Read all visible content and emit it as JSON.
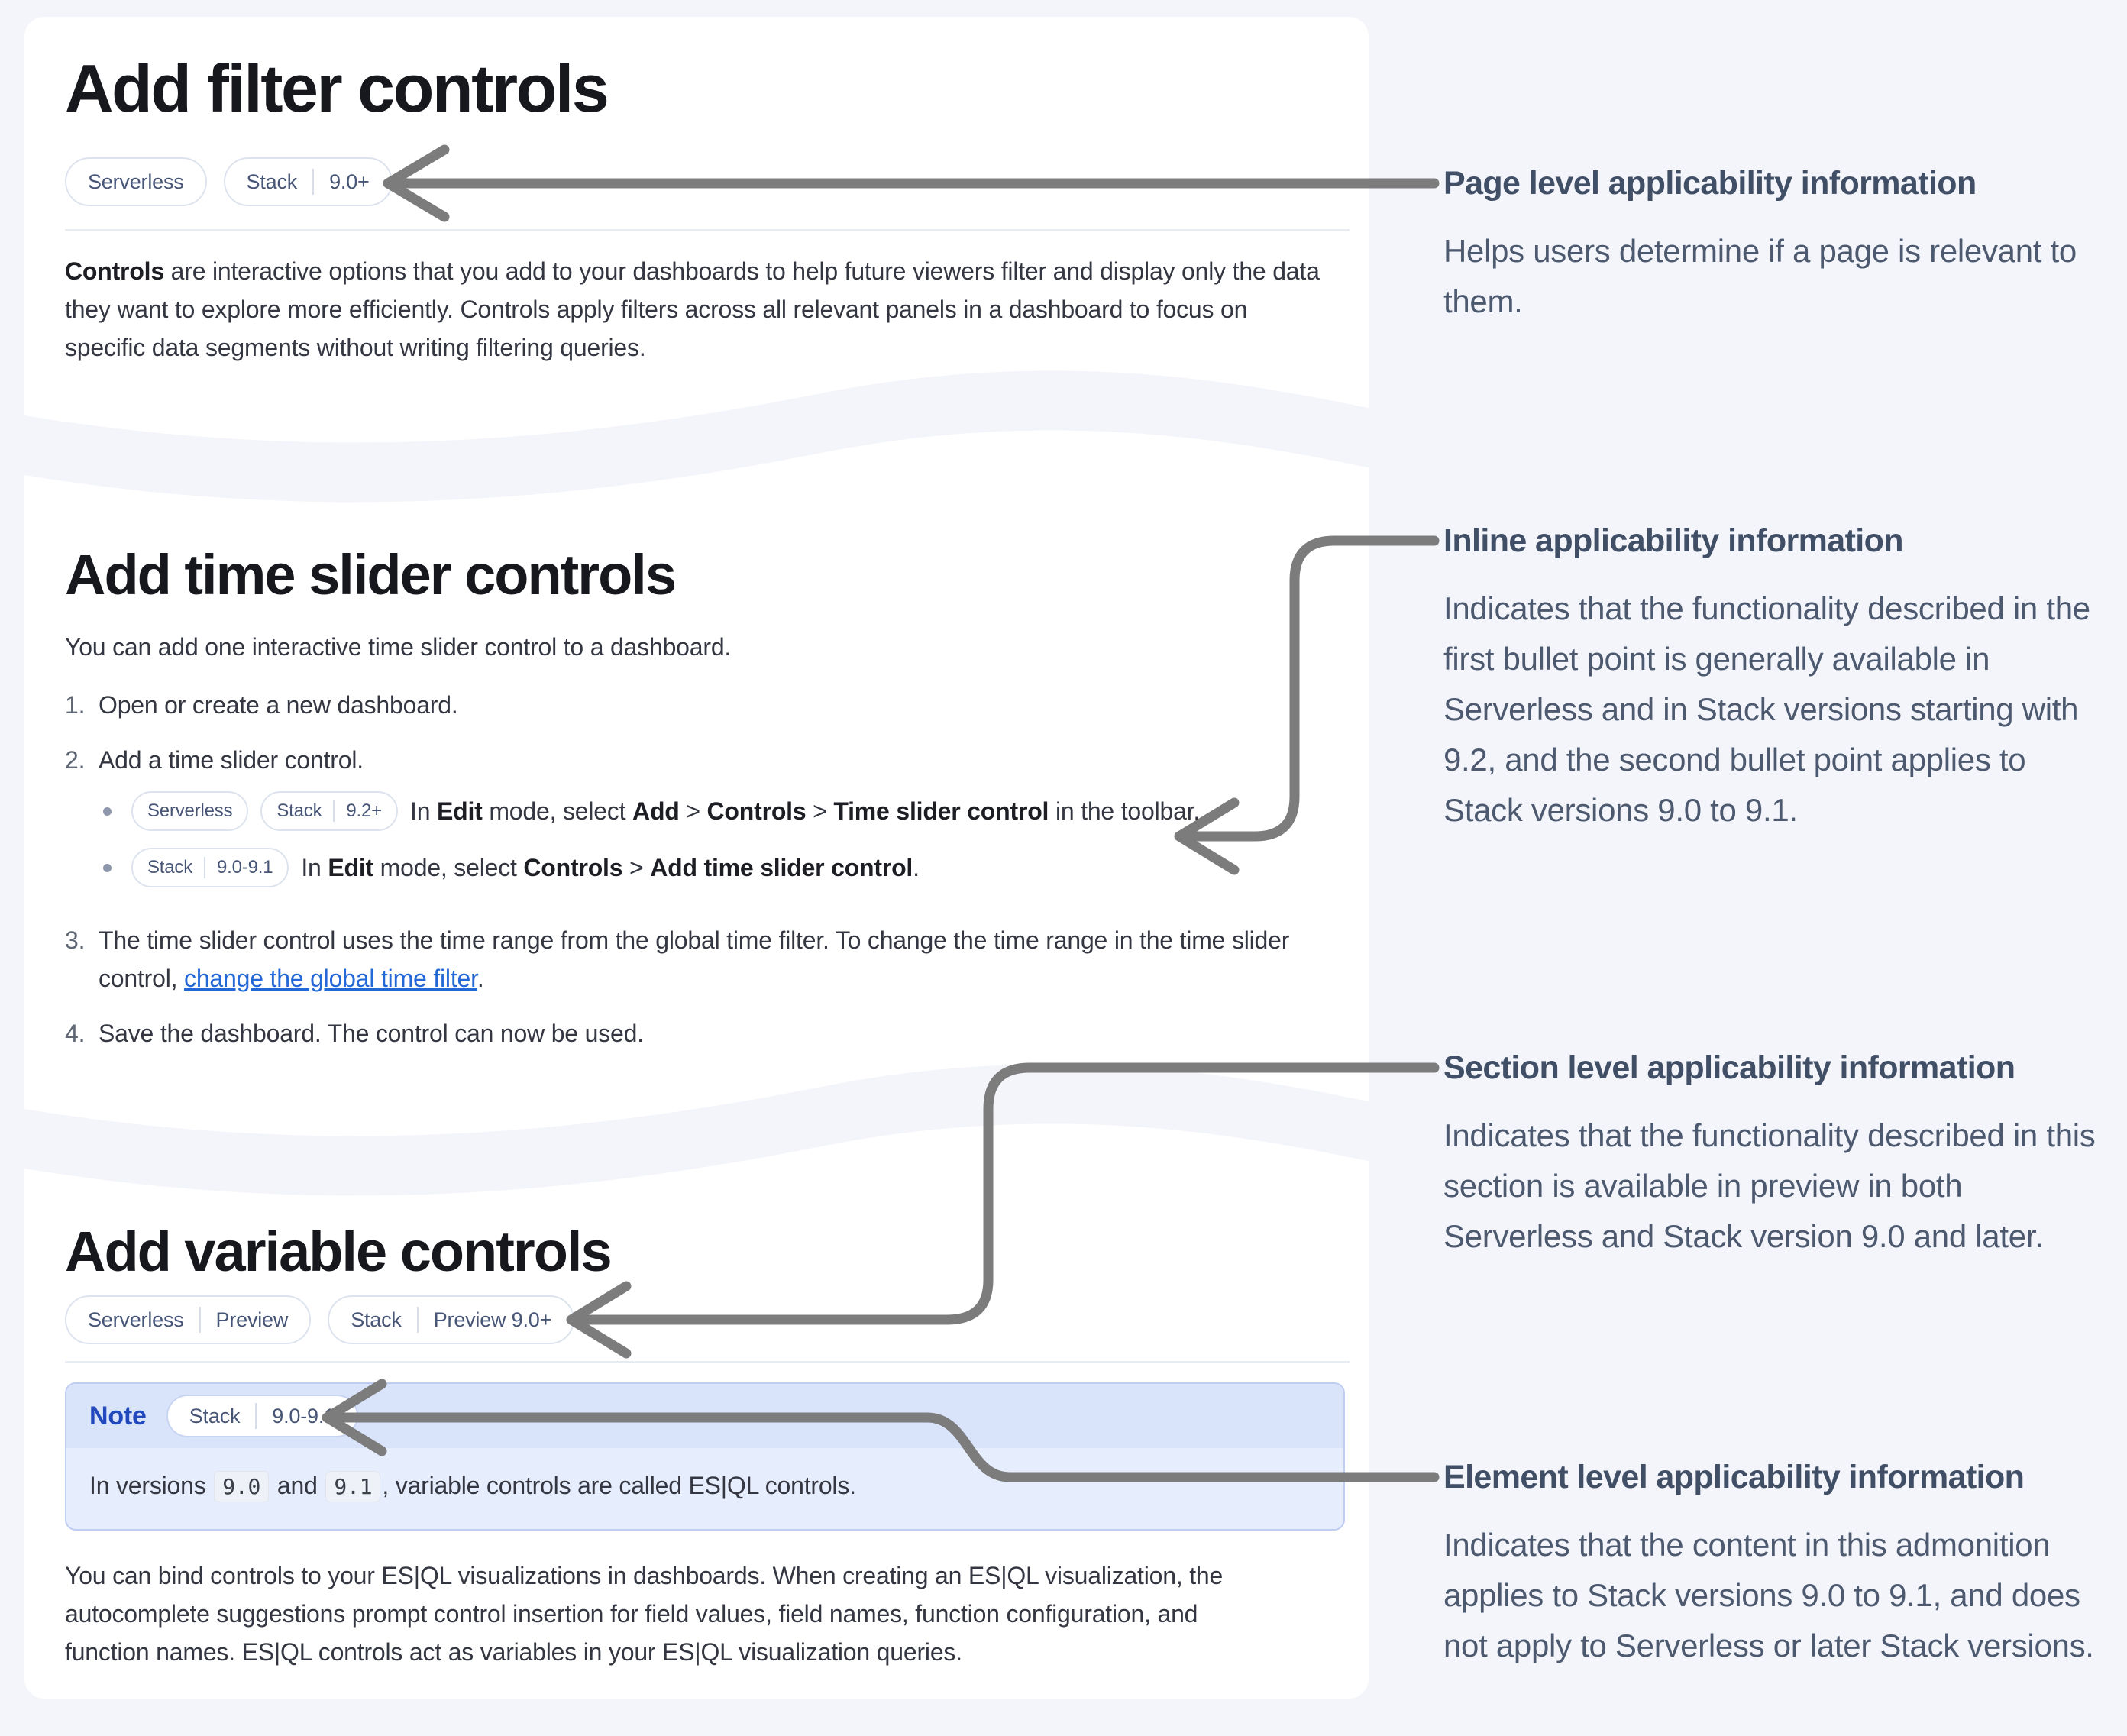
{
  "colors": {
    "page_background": "#f3f5fa",
    "card_background": "#ffffff",
    "link": "#2368d6",
    "note_label": "#2148bd",
    "arrow": "#7c7c7c"
  },
  "section_filter": {
    "title": "Add filter controls",
    "badges": [
      [
        "Serverless"
      ],
      [
        "Stack",
        "9.0+"
      ]
    ],
    "intro": [
      {
        "t": "Controls",
        "b": true
      },
      {
        "t": " are interactive options that you add to your dashboards to help future viewers filter and display only the data they want to explore more efficiently. Controls apply filters across all relevant panels in a dashboard to focus on specific data segments without writing filtering queries."
      }
    ]
  },
  "section_time_slider": {
    "title": "Add time slider controls",
    "intro": "You can add one interactive time slider control to a dashboard.",
    "steps": [
      {
        "num": "1.",
        "text": [
          {
            "t": "Open or create a new dashboard."
          }
        ]
      },
      {
        "num": "2.",
        "text": [
          {
            "t": "Add a time slider control."
          }
        ]
      },
      {
        "num": "3.",
        "text": [
          {
            "t": "The time slider control uses the time range from the global time filter. To change the time range in the time slider control, "
          },
          {
            "t": "change the global time filter",
            "link": true
          },
          {
            "t": "."
          }
        ]
      },
      {
        "num": "4.",
        "text": [
          {
            "t": "Save the dashboard. The control can now be used."
          }
        ]
      }
    ],
    "sub_bullets": [
      {
        "badges": [
          [
            "Serverless"
          ],
          [
            "Stack",
            "9.2+"
          ]
        ],
        "text": [
          {
            "t": "In "
          },
          {
            "t": "Edit",
            "b": true
          },
          {
            "t": " mode, select "
          },
          {
            "t": "Add",
            "b": true
          },
          {
            "t": " > "
          },
          {
            "t": "Controls",
            "b": true
          },
          {
            "t": " > "
          },
          {
            "t": "Time slider control",
            "b": true
          },
          {
            "t": " in the toolbar."
          }
        ]
      },
      {
        "badges": [
          [
            "Stack",
            "9.0-9.1"
          ]
        ],
        "text": [
          {
            "t": "In "
          },
          {
            "t": "Edit",
            "b": true
          },
          {
            "t": " mode, select "
          },
          {
            "t": "Controls",
            "b": true
          },
          {
            "t": " > "
          },
          {
            "t": "Add time slider control",
            "b": true
          },
          {
            "t": "."
          }
        ]
      }
    ]
  },
  "section_variable": {
    "title": "Add variable controls",
    "badges": [
      [
        "Serverless",
        "Preview"
      ],
      [
        "Stack",
        "Preview 9.0+"
      ]
    ],
    "note": {
      "label": "Note",
      "badge": [
        "Stack",
        "9.0-9.1"
      ],
      "text": [
        {
          "t": "In versions "
        },
        {
          "t": "9.0",
          "code": true
        },
        {
          "t": " and "
        },
        {
          "t": "9.1",
          "code": true
        },
        {
          "t": ", variable controls are called ES|QL controls."
        }
      ]
    },
    "paragraph": "You can bind controls to your ES|QL visualizations in dashboards. When creating an ES|QL visualization, the autocomplete suggestions prompt control insertion for field values, field names, function configuration, and function names. ES|QL controls act as variables in your ES|QL visualization queries."
  },
  "annotations": {
    "page_level": {
      "title": "Page level applicability information",
      "body": "Helps users determine if a page is relevant to them."
    },
    "inline": {
      "title": "Inline applicability information",
      "body": "Indicates that the functionality described in the first bullet point is generally available in Serverless and in Stack versions starting with 9.2, and the second bullet point applies to Stack versions 9.0 to 9.1."
    },
    "section_level": {
      "title": "Section level applicability information",
      "body": "Indicates that the functionality described in this section is available in preview in both Serverless and Stack version 9.0 and later."
    },
    "element_level": {
      "title": "Element level applicability information",
      "body": "Indicates that the content in this admonition applies to Stack versions 9.0 to 9.1, and does not apply to Serverless or later Stack versions."
    }
  }
}
